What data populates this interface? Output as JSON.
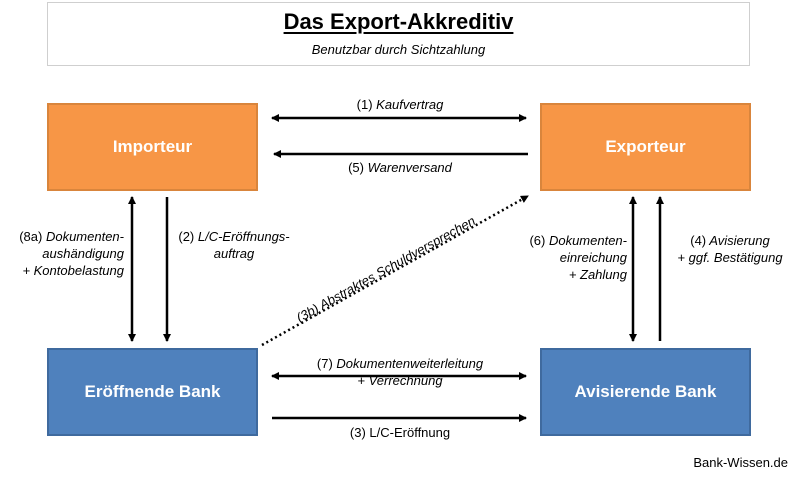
{
  "header": {
    "title": "Das Export-Akkreditiv",
    "subtitle": "Benutzbar durch Sichtzahlung"
  },
  "nodes": {
    "importer": "Importeur",
    "exporter": "Exporteur",
    "issuing_bank": "Eröffnende Bank",
    "advising_bank": "Avisierende Bank"
  },
  "flows": {
    "f1": {
      "num": "(1)",
      "text": "Kaufvertrag"
    },
    "f5": {
      "num": "(5)",
      "text": "Warenversand"
    },
    "f8a": {
      "num": "(8a)",
      "line1": "Dokumenten-",
      "line2": "aushändigung",
      "line3": "+ Kontobelastung"
    },
    "f2": {
      "num": "(2)",
      "line1": "L/C-Eröffnungs-",
      "line2": "auftrag"
    },
    "f3b": {
      "text": "(3b) Abstraktes Schuldversprechen"
    },
    "f6": {
      "num": "(6)",
      "line1": "Dokumenten-",
      "line2": "einreichung",
      "line3": "+ Zahlung"
    },
    "f4": {
      "num": "(4)",
      "line1": "Avisierung",
      "line2": "+ ggf. Bestätigung"
    },
    "f7": {
      "num": "(7)",
      "line1": "Dokumentenweiterleitung",
      "line2": "+ Verrechnung"
    },
    "f3": {
      "num": "(3)",
      "text": "L/C-Eröffnung"
    }
  },
  "footer": {
    "source": "Bank-Wissen.de"
  },
  "colors": {
    "importer_exporter_fill": "#f79646",
    "banks_fill": "#4f81bd",
    "arrow": "#000000"
  }
}
